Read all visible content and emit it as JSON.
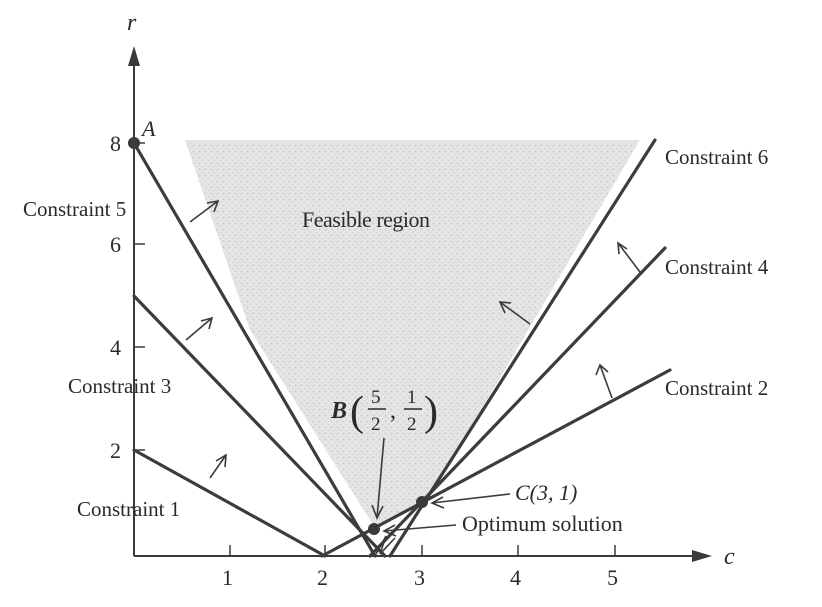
{
  "axes": {
    "x_label": "c",
    "y_label": "r",
    "x_ticks": [
      "1",
      "2",
      "3",
      "4",
      "5"
    ],
    "y_ticks": [
      "2",
      "4",
      "6",
      "8"
    ]
  },
  "region_label": "Feasible region",
  "constraints": [
    {
      "label": "Constraint 1"
    },
    {
      "label": "Constraint 2"
    },
    {
      "label": "Constraint 3"
    },
    {
      "label": "Constraint 4"
    },
    {
      "label": "Constraint 5"
    },
    {
      "label": "Constraint 6"
    }
  ],
  "points": {
    "A": {
      "name": "A"
    },
    "B": {
      "name": "B",
      "x_num": "5",
      "x_den": "2",
      "y_num": "1",
      "y_den": "2"
    },
    "C": {
      "text": "C(3, 1)"
    }
  },
  "optimum_label": "Optimum solution",
  "colors": {
    "line": "#3c3c3c",
    "shade": "#dcdcdc",
    "text": "#2a2a2a"
  }
}
